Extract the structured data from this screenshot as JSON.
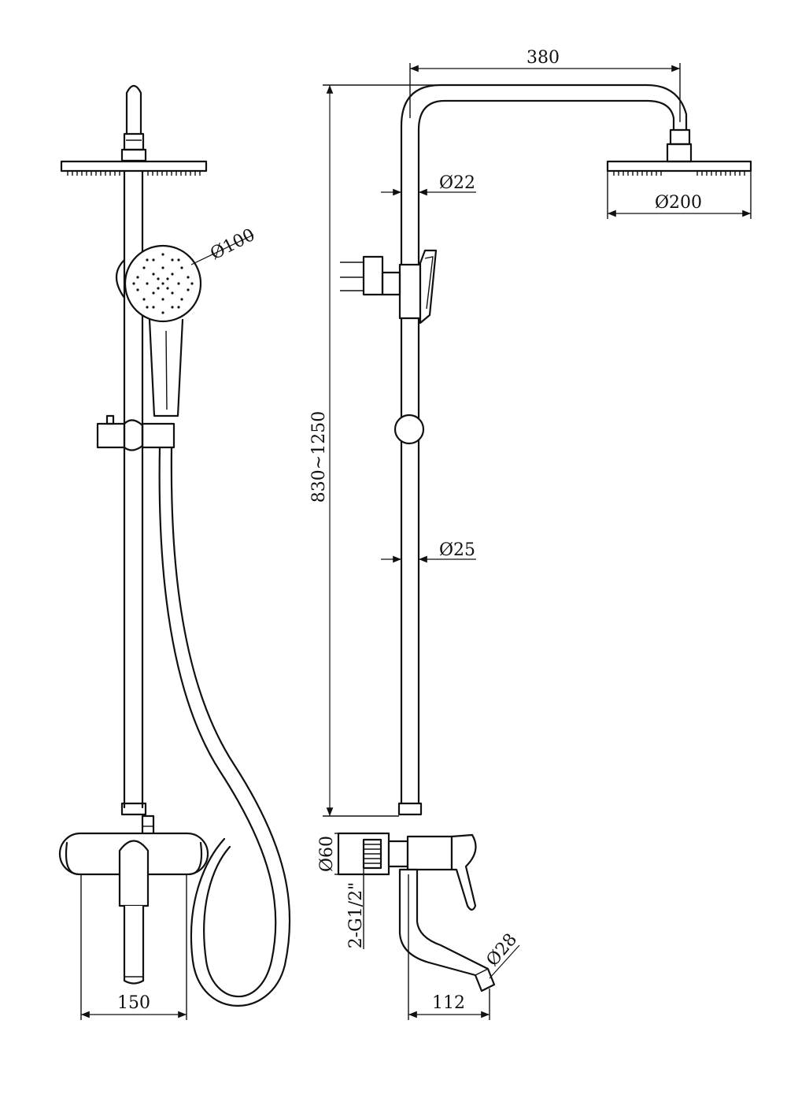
{
  "dimensions": {
    "top_width": "380",
    "riser_dia": "Ø22",
    "head_dia": "Ø200",
    "hand_dia": "Ø100",
    "height_range": "830~1250",
    "bar_dia": "Ø25",
    "body_dia": "Ø60",
    "inlet": "2-G1/2\"",
    "spout_dia": "Ø28",
    "center_width": "150",
    "spout_reach": "112"
  }
}
